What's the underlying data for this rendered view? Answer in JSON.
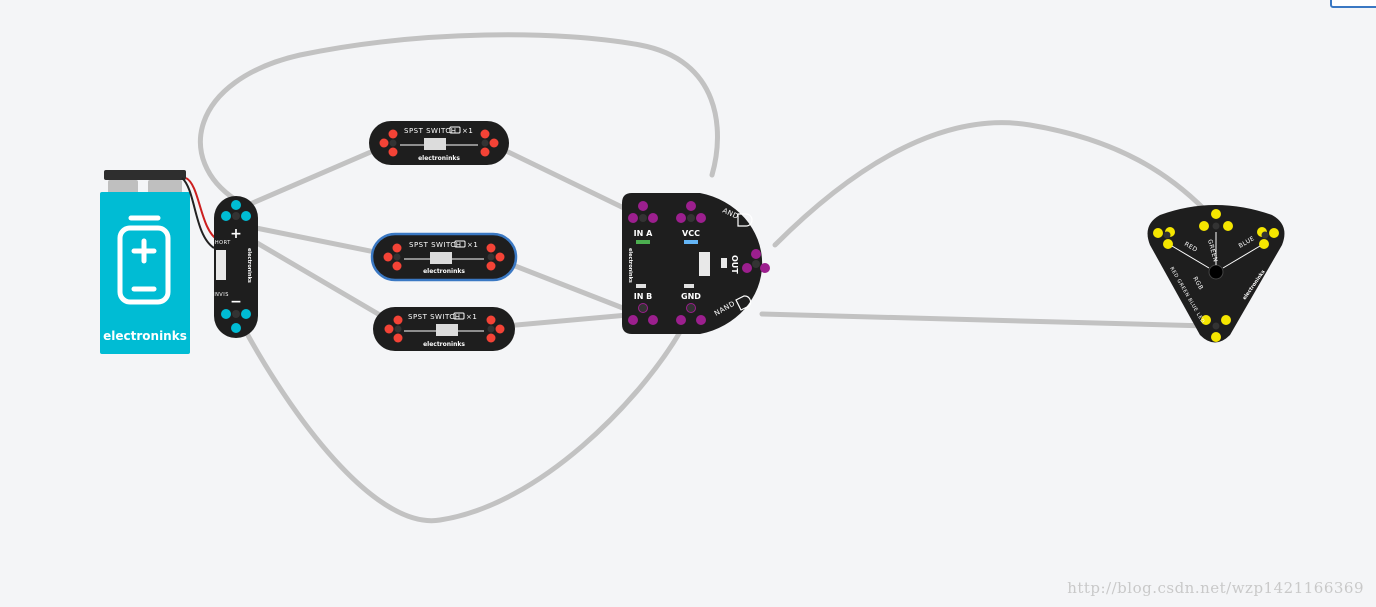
{
  "battery": {
    "brand": "electroninks"
  },
  "battery_connector": {
    "plus": "+",
    "minus": "−",
    "label_top": "SHORT",
    "label_bottom": "INVIS",
    "brand": "electroninks"
  },
  "switches": [
    {
      "label": "SPST SWITCH",
      "count": "×1",
      "brand": "electroninks",
      "selected": false
    },
    {
      "label": "SPST SWITCH",
      "count": "×1",
      "brand": "electroninks",
      "selected": true
    },
    {
      "label": "SPST SWITCH",
      "count": "×1",
      "brand": "electroninks",
      "selected": false
    }
  ],
  "logic_gate": {
    "in_a": "IN A",
    "vcc": "VCC",
    "in_b": "IN B",
    "gnd": "GND",
    "out": "OUT",
    "and_label": "AND",
    "nand_label": "NAND",
    "brand": "electroninks"
  },
  "led": {
    "red": "RED",
    "green": "GREEN",
    "blue": "BLUE",
    "rgb": "RGB",
    "title": "RED GREEN BLUE LED",
    "brand": "electroninks"
  },
  "colors": {
    "battery": "#00bcd4",
    "board": "#1e1e1e",
    "wire": "#c2c2c2",
    "pin_red": "#f44336",
    "pin_cyan": "#00bcd4",
    "pin_magenta": "#9c1f8e",
    "pin_yellow": "#f5e600",
    "selection": "#3a78c3"
  },
  "watermark": "http://blog.csdn.net/wzp1421166369"
}
